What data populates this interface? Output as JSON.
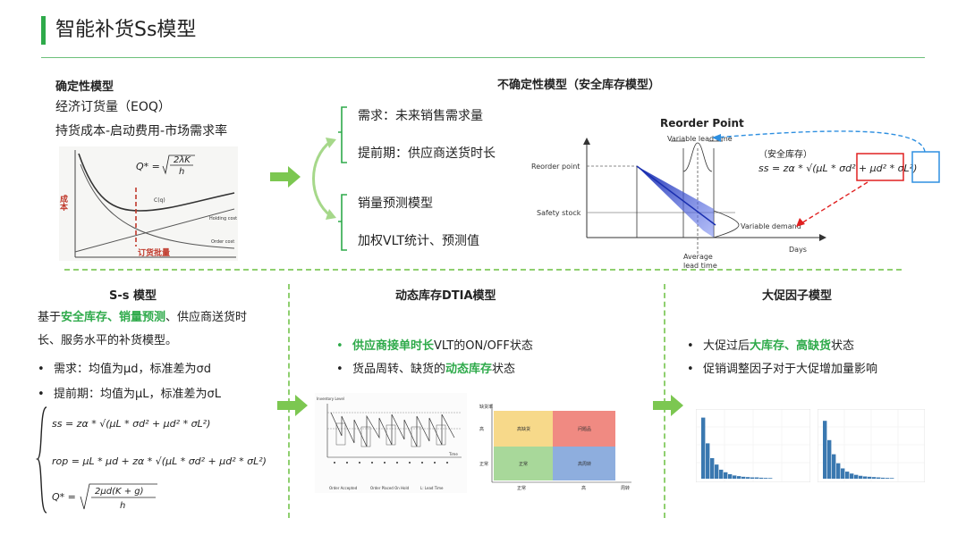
{
  "page_title": "智能补货Ss模型",
  "deterministic": {
    "heading": "确定性模型",
    "line1": "经济订货量（EOQ）",
    "line2": "持货成本-启动费用-市场需求率",
    "eoq_chart": {
      "formula_lhs": "Q* =",
      "formula_num": "2λK",
      "formula_den": "h",
      "y_label": "成本",
      "x_label": "订货批量",
      "curve_label": "C(q)",
      "holding_label": "Holding cost",
      "order_label": "Order cost"
    }
  },
  "uncertain": {
    "heading": "不确定性模型（安全库存模型）",
    "brace_top": [
      "需求：未来销售需求量",
      "提前期：供应商送货时长"
    ],
    "brace_bottom": [
      "销量预测模型",
      "加权VLT统计、预测值"
    ],
    "chart": {
      "title": "Reorder Point",
      "variable_lead_time": "Variable lead time",
      "reorder_point": "Reorder point",
      "safety_stock": "Safety stock",
      "variable_demand": "Variable demand",
      "average_lead_time_1": "Average",
      "average_lead_time_2": "lead time",
      "days": "Days",
      "formula_note": "（安全库存）",
      "formula": "ss = zα * √(μL * σd² + μd² * σL²)"
    }
  },
  "ss_model": {
    "heading": "S-s 模型",
    "intro_pre": "基于",
    "intro_green": "安全库存、销量预测",
    "intro_post": "、供应商送货时",
    "intro_line2": "长、服务水平的补货模型。",
    "bullet1": "需求：均值为μd，标准差为σd",
    "bullet2": "提前期：均值为μL，标准差为σL",
    "formula1": "ss = zα * √(μL * σd² + μd² * σL²)",
    "formula2": "rop = μL * μd + zα * √(μL * σd² + μd² * σL²)",
    "formula3_lhs": "Q* =",
    "formula3_num": "2μd(K + g)",
    "formula3_den": "h"
  },
  "dtia": {
    "heading": "动态库存DTIA模型",
    "bullet1_green": "供应商接单时长",
    "bullet1_rest": "VLT的ON/OFF状态",
    "bullet2_pre": "货品周转、缺货的",
    "bullet2_green": "动态库存",
    "bullet2_post": "状态",
    "quad": {
      "y_axis": "缺货率",
      "x_axis": "周转",
      "y_high": "高",
      "y_normal": "正常",
      "x_normal": "正常",
      "x_high": "高",
      "q_tl": "高缺货",
      "q_tr": "问题品",
      "q_bl": "正常",
      "q_br": "高周转"
    },
    "inv_chart": {
      "y_label": "Inventory Level",
      "legend1": "Order Accepted",
      "legend2": "Order Placed On Hold",
      "legend3": "L: Lead Time",
      "x_label": "Time"
    }
  },
  "promo": {
    "heading": "大促因子模型",
    "bullet1_pre": "大促过后",
    "bullet1_green": "大库存、高缺货",
    "bullet1_post": "状态",
    "bullet2": "促销调整因子对于大促增加量影响",
    "hist1": [
      0.95,
      0.55,
      0.32,
      0.22,
      0.14,
      0.1,
      0.07,
      0.05,
      0.04,
      0.03,
      0.025,
      0.02,
      0.02,
      0.015,
      0.012,
      0.01
    ],
    "hist2": [
      0.9,
      0.6,
      0.38,
      0.24,
      0.16,
      0.11,
      0.08,
      0.06,
      0.045,
      0.035,
      0.03,
      0.025,
      0.02,
      0.015,
      0.012,
      0.01
    ]
  },
  "colors": {
    "accent_green": "#2eaa4a",
    "arrow_green": "#7cc751",
    "quad_yellow": "#f7d98a",
    "quad_red": "#f08a82",
    "quad_green": "#a8d89a",
    "quad_blue": "#8eaede",
    "hist_blue": "#3a78b0"
  }
}
